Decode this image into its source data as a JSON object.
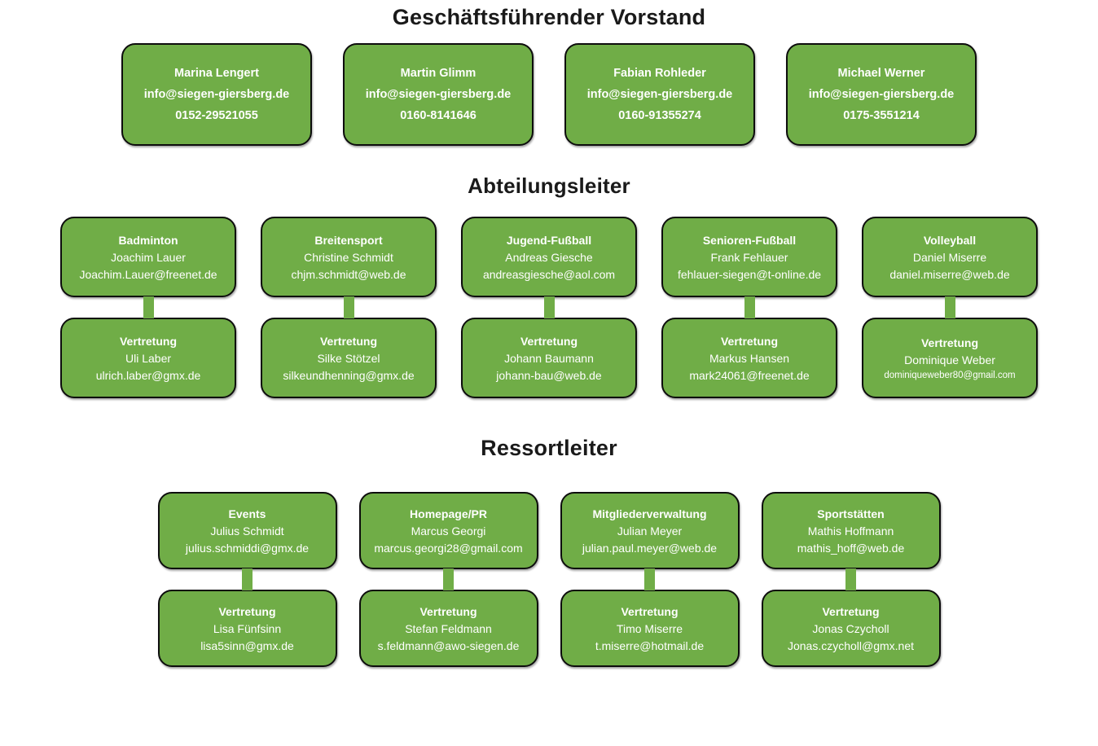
{
  "colors": {
    "box_fill": "#70AD47",
    "box_border": "#000000",
    "box_text": "#FFFFFF",
    "heading_text": "#000000",
    "connector": "#70AD47"
  },
  "vorstand": {
    "title": "Geschäftsführender Vorstand",
    "cards": [
      {
        "name": "Marina Lengert",
        "email": "info@siegen-giersberg.de",
        "phone": "0152-29521055"
      },
      {
        "name": "Martin Glimm",
        "email": "info@siegen-giersberg.de",
        "phone": "0160-8141646"
      },
      {
        "name": "Fabian Rohleder",
        "email": "info@siegen-giersberg.de",
        "phone": "0160-91355274"
      },
      {
        "name": "Michael Werner",
        "email": "info@siegen-giersberg.de",
        "phone": "0175-3551214"
      }
    ]
  },
  "abteilungsleiter": {
    "title": "Abteilungsleiter",
    "columns": [
      {
        "lead": {
          "title": "Badminton",
          "name": "Joachim Lauer",
          "email": "Joachim.Lauer@freenet.de"
        },
        "deputy": {
          "title": "Vertretung",
          "name": "Uli Laber",
          "email": "ulrich.laber@gmx.de"
        }
      },
      {
        "lead": {
          "title": "Breitensport",
          "name": "Christine Schmidt",
          "email": "chjm.schmidt@web.de"
        },
        "deputy": {
          "title": "Vertretung",
          "name": "Silke Stötzel",
          "email": "silkeundhenning@gmx.de"
        }
      },
      {
        "lead": {
          "title": "Jugend-Fußball",
          "name": "Andreas Giesche",
          "email": "andreasgiesche@aol.com"
        },
        "deputy": {
          "title": "Vertretung",
          "name": "Johann Baumann",
          "email": "johann-bau@web.de"
        }
      },
      {
        "lead": {
          "title": "Senioren-Fußball",
          "name": "Frank Fehlauer",
          "email": "fehlauer-siegen@t-online.de"
        },
        "deputy": {
          "title": "Vertretung",
          "name": "Markus Hansen",
          "email": "mark24061@freenet.de"
        }
      },
      {
        "lead": {
          "title": "Volleyball",
          "name": "Daniel Miserre",
          "email": "daniel.miserre@web.de"
        },
        "deputy": {
          "title": "Vertretung",
          "name": "Dominique Weber",
          "email": "dominiqueweber80@gmail.com"
        }
      }
    ]
  },
  "ressortleiter": {
    "title": "Ressortleiter",
    "columns": [
      {
        "lead": {
          "title": "Events",
          "name": "Julius Schmidt",
          "email": "julius.schmiddi@gmx.de"
        },
        "deputy": {
          "title": "Vertretung",
          "name": "Lisa Fünfsinn",
          "email": "lisa5sinn@gmx.de"
        }
      },
      {
        "lead": {
          "title": "Homepage/PR",
          "name": "Marcus Georgi",
          "email": "marcus.georgi28@gmail.com"
        },
        "deputy": {
          "title": "Vertretung",
          "name": "Stefan Feldmann",
          "email": "s.feldmann@awo-siegen.de"
        }
      },
      {
        "lead": {
          "title": "Mitgliederverwaltung",
          "name": "Julian Meyer",
          "email": "julian.paul.meyer@web.de"
        },
        "deputy": {
          "title": "Vertretung",
          "name": "Timo Miserre",
          "email": "t.miserre@hotmail.de"
        }
      },
      {
        "lead": {
          "title": "Sportstätten",
          "name": "Mathis Hoffmann",
          "email": "mathis_hoff@web.de"
        },
        "deputy": {
          "title": "Vertretung",
          "name": "Jonas Czycholl",
          "email": "Jonas.czycholl@gmx.net"
        }
      }
    ]
  }
}
